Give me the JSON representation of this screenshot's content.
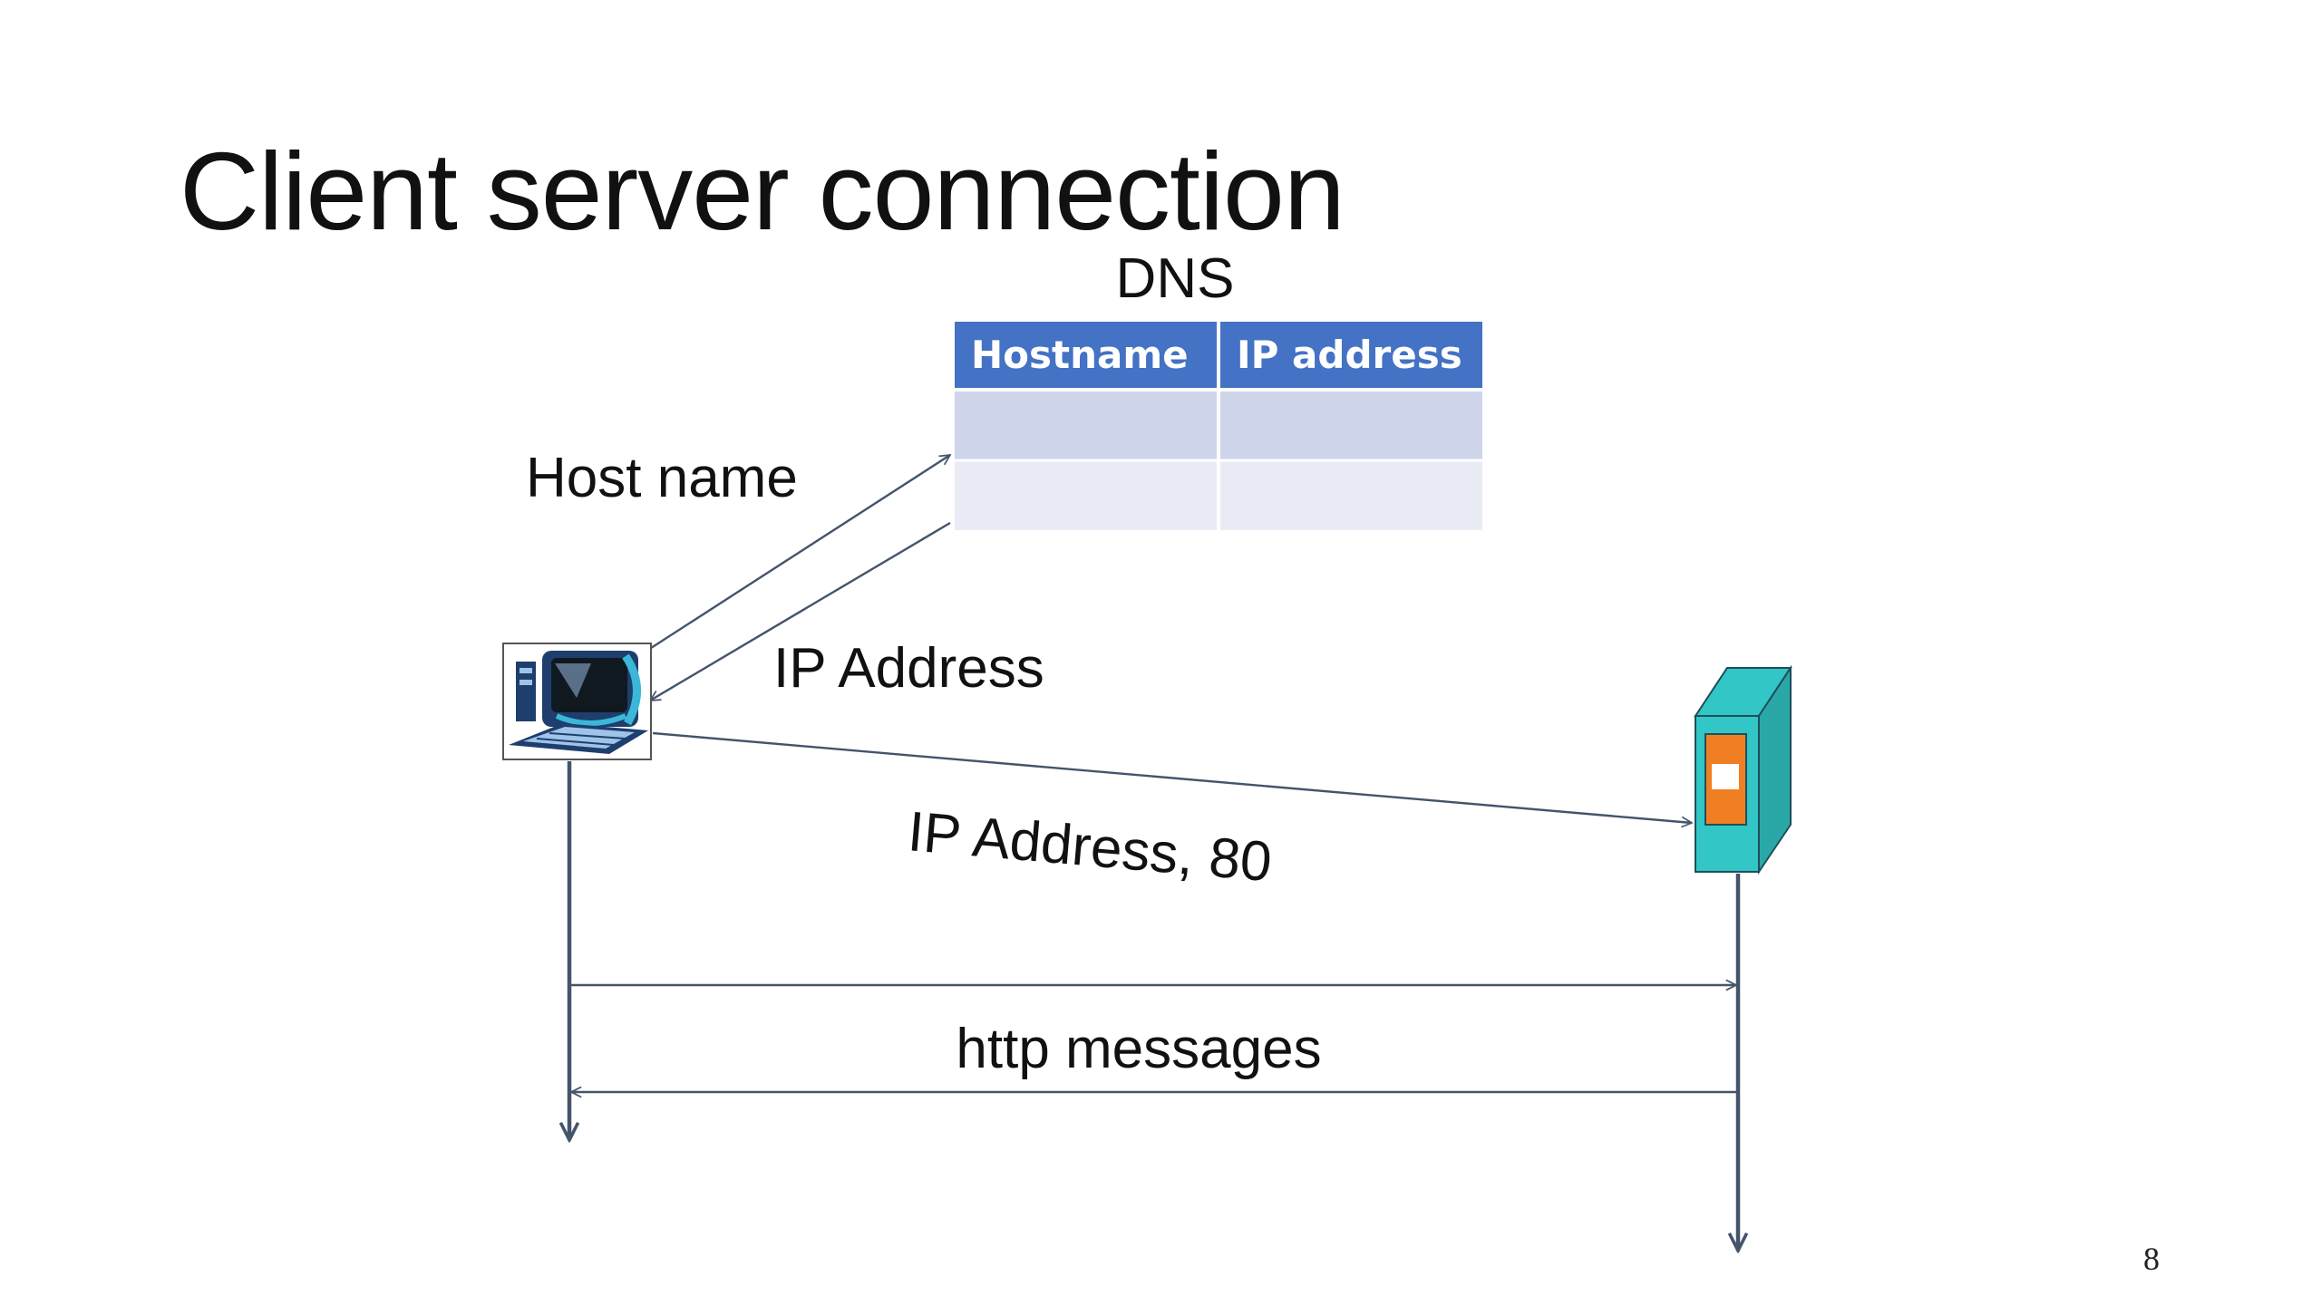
{
  "slide": {
    "title": "Client server connection",
    "page_number": "8"
  },
  "dns": {
    "label": "DNS",
    "table": {
      "headers": [
        "Hostname",
        "IP address"
      ],
      "rows": [
        [
          "",
          ""
        ],
        [
          "",
          ""
        ]
      ]
    }
  },
  "flows": {
    "hostname_query": "Host name",
    "ip_reply": "IP Address",
    "connect": "IP Address, 80",
    "http": "http messages"
  },
  "nodes": {
    "client_icon": "desktop-computer-icon",
    "server_icon": "server-tower-icon"
  },
  "colors": {
    "table_header": "#4472C4",
    "table_row_odd": "#CFD5EA",
    "table_row_even": "#E9EBF5",
    "arrow": "#44546A",
    "server_body": "#33C6C6",
    "server_panel": "#F07F24"
  }
}
